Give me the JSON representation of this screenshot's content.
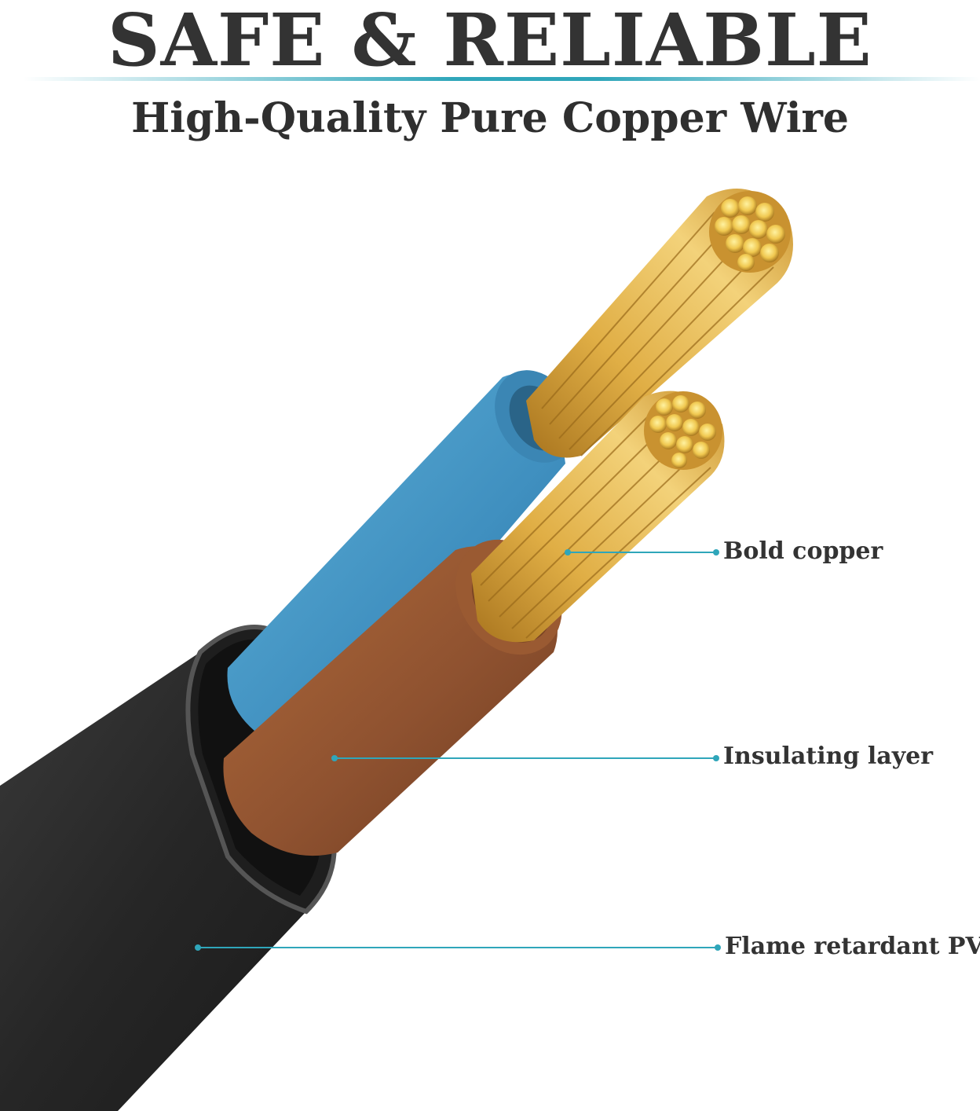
{
  "header": {
    "title": "SAFE & RELIABLE",
    "subtitle": "High-Quality Pure Copper Wire"
  },
  "callouts": {
    "bold_copper": "Bold copper",
    "insulating_layer": "Insulating layer",
    "flame_retardant": "Flame retardant PVC"
  },
  "colors": {
    "accent": "#2fa6ba",
    "jacket": "#2b2b2b",
    "blue_core": "#4a9cc8",
    "brown_core": "#9a5a32",
    "copper": "#d9a437"
  }
}
